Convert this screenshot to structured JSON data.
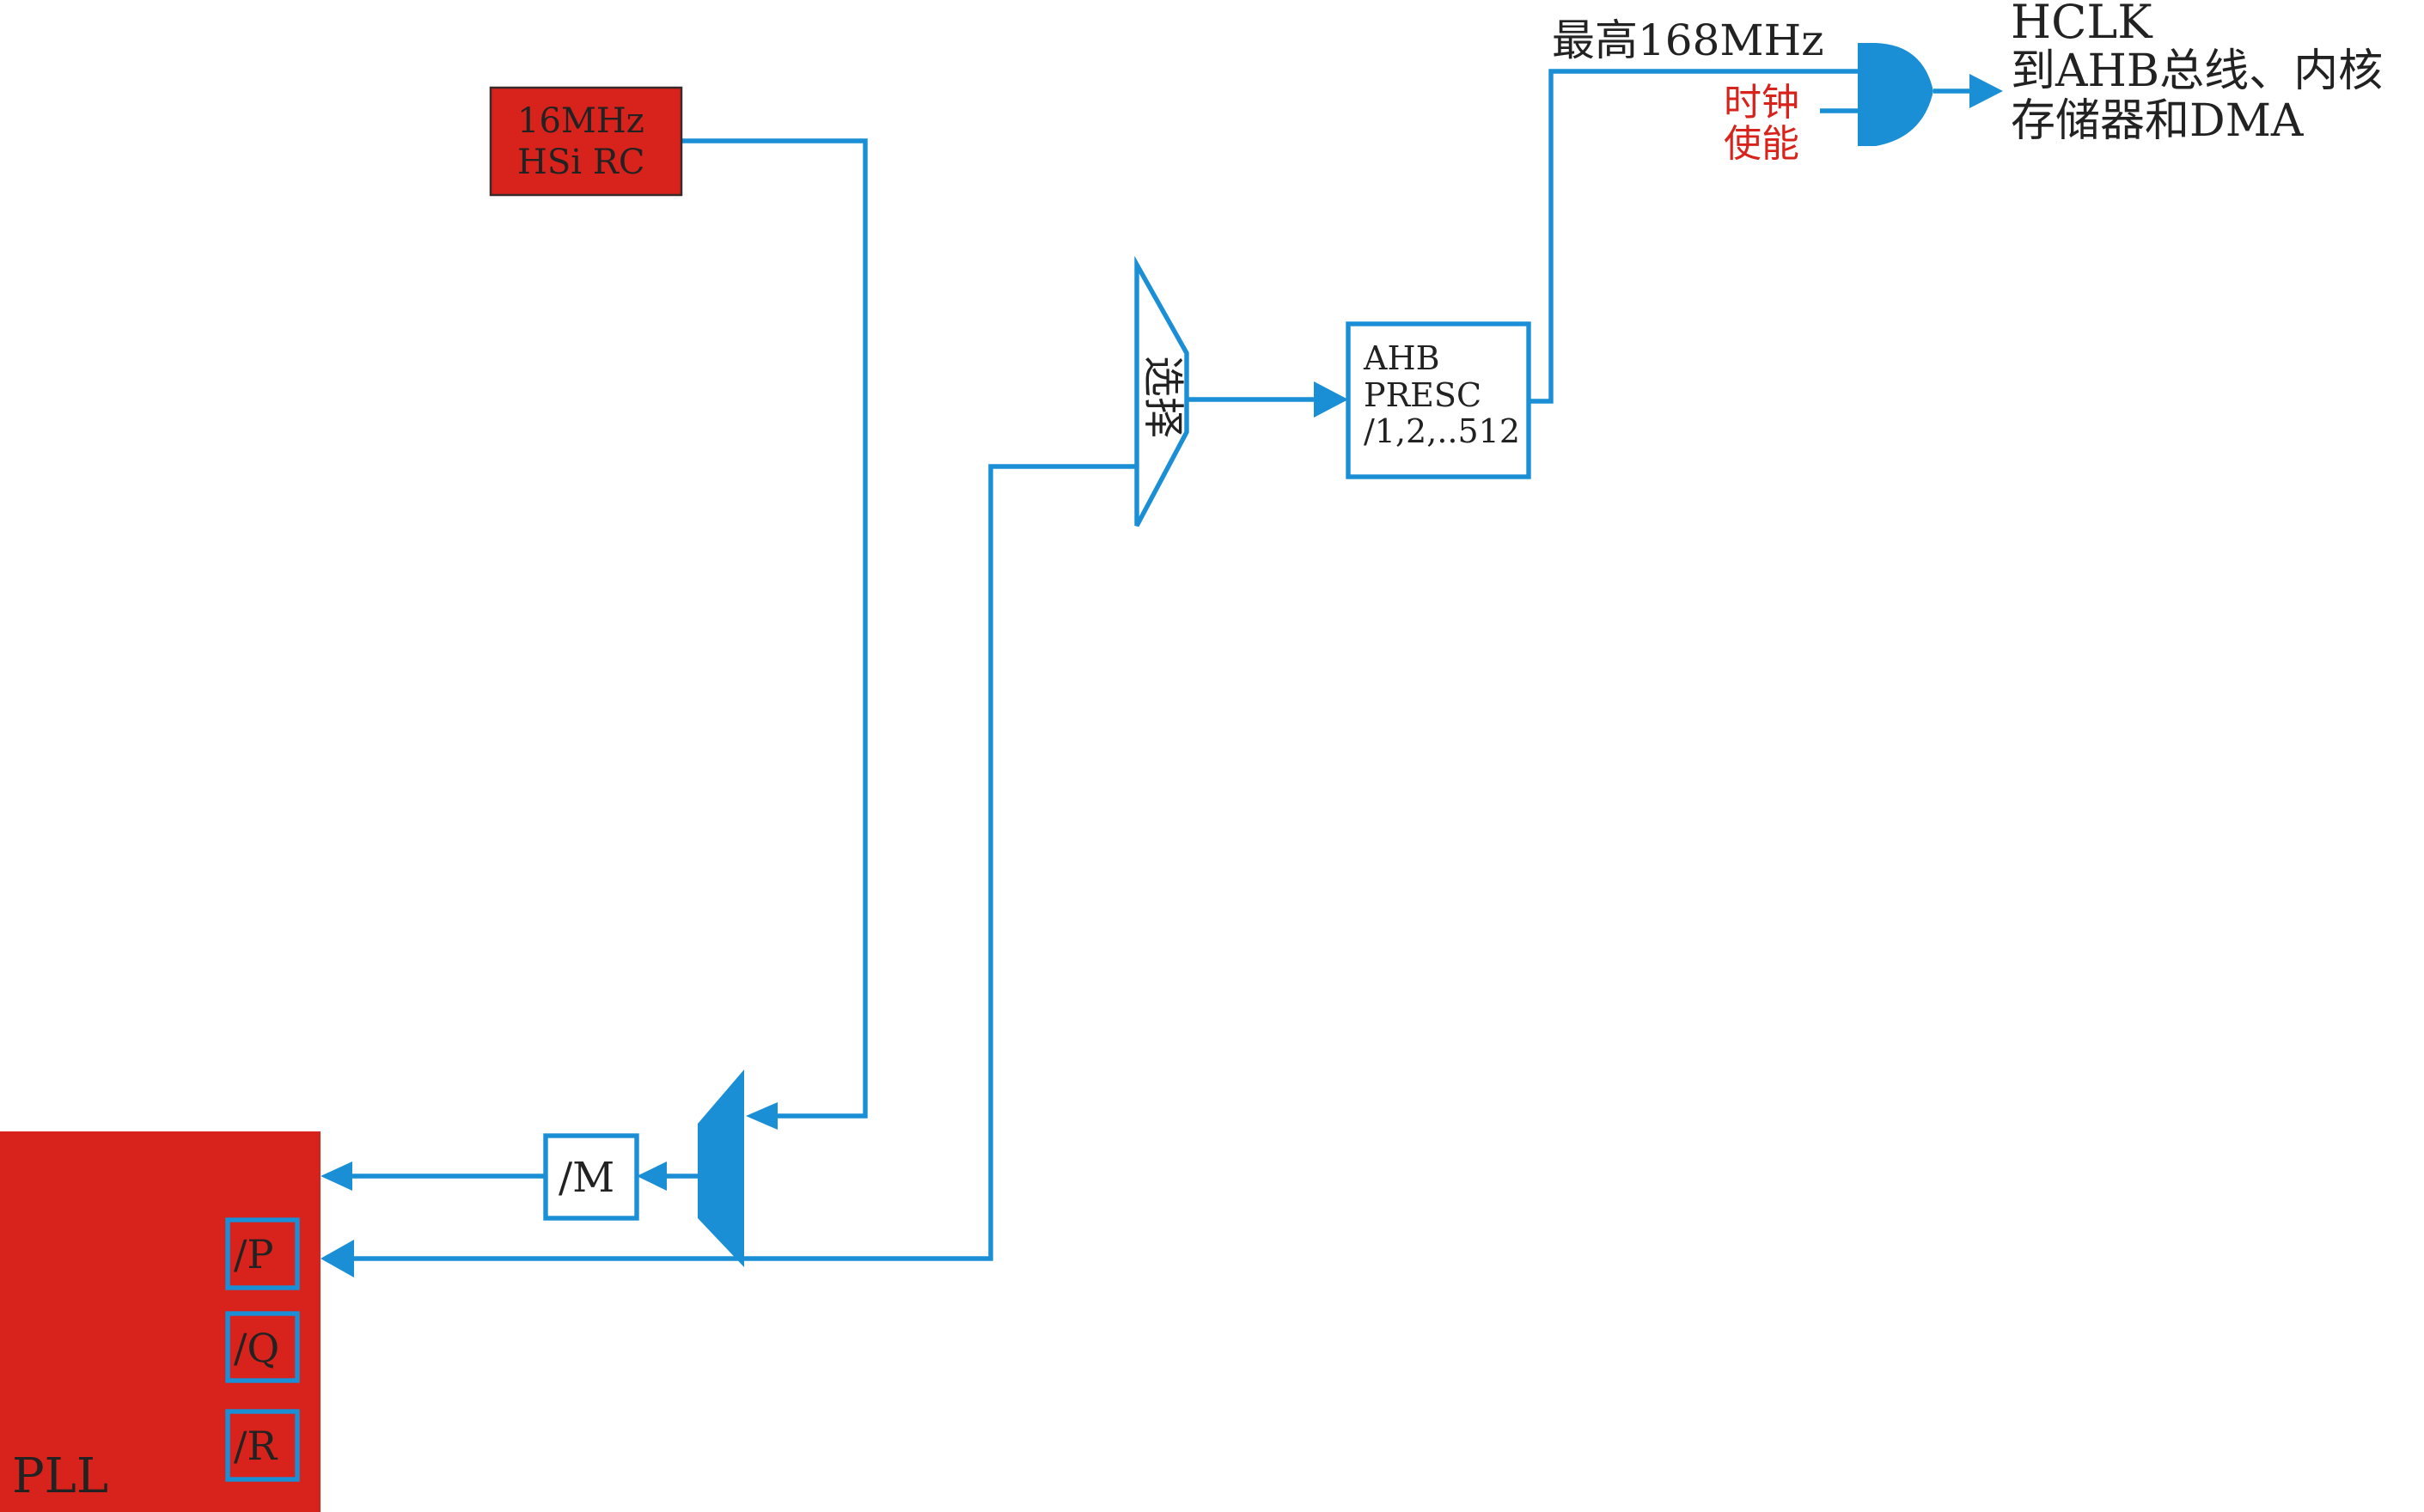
{
  "hsi": {
    "line1": "16MHz",
    "line2": "HSi RC"
  },
  "pll": {
    "label": "PLL",
    "dividers": [
      "/P",
      "/Q",
      "/R"
    ]
  },
  "m_divider": {
    "label": "/M"
  },
  "select": {
    "label": "选择"
  },
  "ahb_prescaler": {
    "line1": "AHB",
    "line2": "PRESC",
    "line3": "/1,2,..512"
  },
  "max_freq": {
    "label": "最高168MHz"
  },
  "clock_enable": {
    "line1": "时钟",
    "line2": "使能"
  },
  "hclk": {
    "title": "HCLK",
    "line1": "到AHB总线、内核",
    "line2": "存储器和DMA"
  },
  "colors": {
    "wire": "#1a8fd6",
    "source_block": "#d8231c",
    "enable_text": "#d8231c",
    "text": "#222222"
  }
}
